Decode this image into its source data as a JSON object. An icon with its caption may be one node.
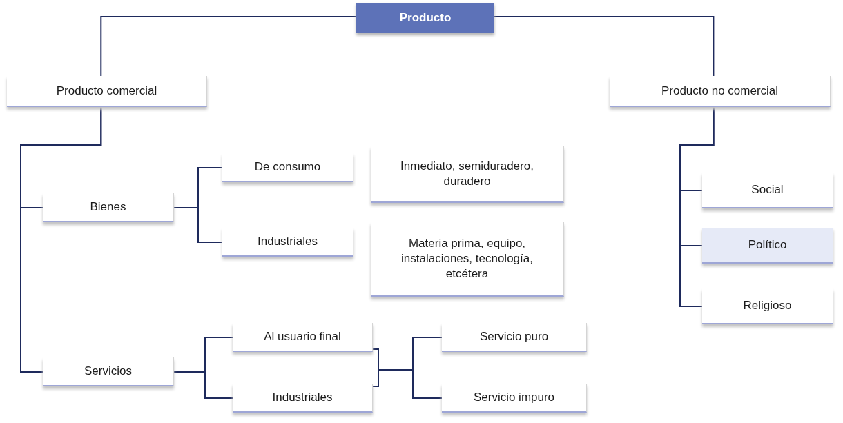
{
  "diagram": {
    "nodes": [
      {
        "text": [
          "Producto"
        ]
      },
      {
        "text": [
          "Producto comercial"
        ]
      },
      {
        "text": [
          "Producto no comercial"
        ]
      },
      {
        "text": [
          "Bienes"
        ]
      },
      {
        "text": [
          "De consumo"
        ]
      },
      {
        "text": [
          "Inmediato, semiduradero, duradero"
        ]
      },
      {
        "text": [
          "Industriales"
        ]
      },
      {
        "text": [
          "Materia prima, equipo, instalaciones, tecnología, etcétera"
        ]
      },
      {
        "text": [
          "Servicios"
        ]
      },
      {
        "text": [
          "Al usuario final"
        ]
      },
      {
        "text": [
          "Industriales"
        ]
      },
      {
        "text": [
          "Servicio puro"
        ]
      },
      {
        "text": [
          "Servicio impuro"
        ]
      },
      {
        "text": [
          "Social"
        ]
      },
      {
        "text": [
          "Político"
        ]
      },
      {
        "text": [
          "Religioso"
        ]
      }
    ],
    "edges": [
      {
        "from": 0,
        "to": 1,
        "arrow": "none"
      },
      {
        "from": 0,
        "to": 2,
        "arrow": "none"
      },
      {
        "from": 1,
        "to": 3,
        "arrow": "none"
      },
      {
        "from": 1,
        "to": 8,
        "arrow": "none"
      },
      {
        "from": 3,
        "to": 4,
        "arrow": "none"
      },
      {
        "from": 3,
        "to": 6,
        "arrow": "none"
      },
      {
        "from": 8,
        "to": 9,
        "arrow": "none"
      },
      {
        "from": 8,
        "to": 10,
        "arrow": "none"
      },
      {
        "from": 9,
        "to": 11,
        "arrow": "none"
      },
      {
        "from": 9,
        "to": 12,
        "arrow": "none"
      },
      {
        "from": 10,
        "to": 11,
        "arrow": "none"
      },
      {
        "from": 10,
        "to": 12,
        "arrow": "none"
      },
      {
        "from": 2,
        "to": 13,
        "arrow": "none"
      },
      {
        "from": 2,
        "to": 14,
        "arrow": "none"
      },
      {
        "from": 2,
        "to": 15,
        "arrow": "none"
      }
    ]
  }
}
